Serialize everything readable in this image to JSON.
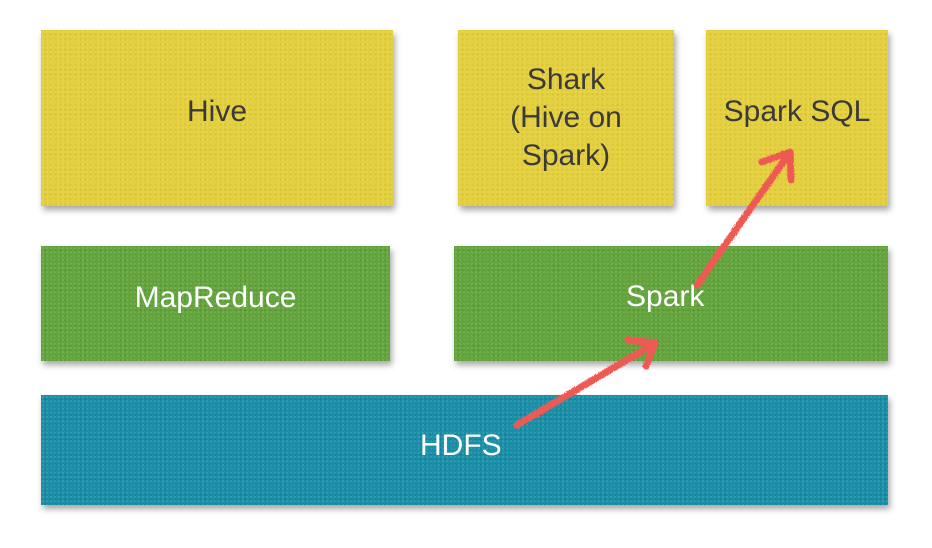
{
  "blocks": {
    "hive": "Hive",
    "shark_line1": "Shark",
    "shark_line2": "(Hive on",
    "shark_line3": "Spark)",
    "spark_sql": "Spark SQL",
    "mapreduce": "MapReduce",
    "spark": "Spark",
    "hdfs": "HDFS"
  },
  "colors": {
    "yellow": "#e4cf3c",
    "green": "#63a43c",
    "blue": "#198fa8",
    "arrow": "#ee5a52"
  }
}
